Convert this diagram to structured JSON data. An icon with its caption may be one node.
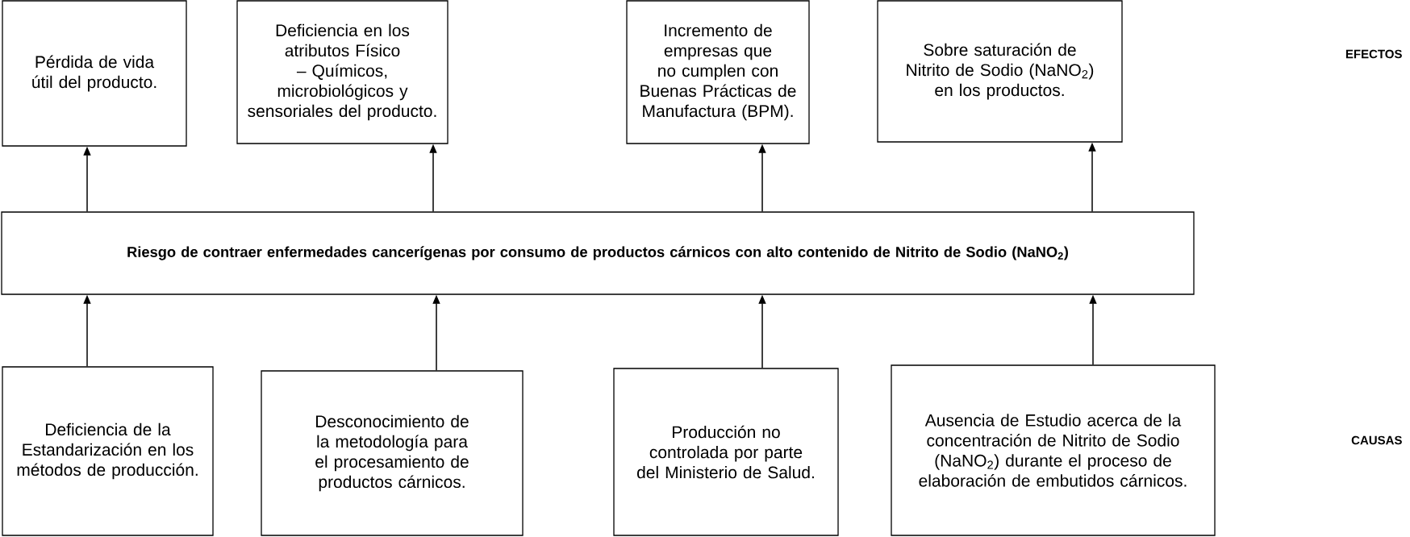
{
  "diagram": {
    "nodes": [
      {
        "text": [
          "Pérdida de  vida útil del producto."
        ]
      },
      {
        "text": [
          "Deficiencia en los atributos Físico – Químicos, microbiológicos y sensoriales del producto."
        ]
      },
      {
        "text": [
          "Incremento de empresas que no cumplen con Buenas Prácticas de Manufactura (BPM)."
        ]
      },
      {
        "text": [
          "Sobre saturación de Nitrito de Sodio (NaNO$_{2}$) en los productos."
        ]
      },
      {
        "text": [
          "Riesgo de contraer enfermedades cancerígenas por consumo de productos cárnicos  con alto contenido de Nitrito de Sodio (NaNO$_{2}$)"
        ]
      },
      {
        "text": [
          "Deficiencia de la Estandarización en los métodos de producción."
        ]
      },
      {
        "text": [
          "Desconocimiento de la metodología para el procesamiento de productos cárnicos."
        ]
      },
      {
        "text": [
          "Producción no controlada por parte del Ministerio de Salud."
        ]
      },
      {
        "text": [
          "Ausencia de Estudio acerca de la concentración de Nitrito de Sodio (NaNO$_{2}$) durante el proceso de elaboración de embutidos cárnicos."
        ]
      }
    ],
    "edges": [
      {
        "from": 4,
        "to": 0,
        "arrow": "to"
      },
      {
        "from": 4,
        "to": 1,
        "arrow": "to"
      },
      {
        "from": 4,
        "to": 2,
        "arrow": "to"
      },
      {
        "from": 4,
        "to": 3,
        "arrow": "to"
      },
      {
        "from": 5,
        "to": 4,
        "arrow": "to"
      },
      {
        "from": 6,
        "to": 4,
        "arrow": "to"
      },
      {
        "from": 7,
        "to": 4,
        "arrow": "to"
      },
      {
        "from": 8,
        "to": 4,
        "arrow": "to"
      }
    ],
    "labels": [
      "EFECTOS",
      "CAUSAS"
    ]
  }
}
